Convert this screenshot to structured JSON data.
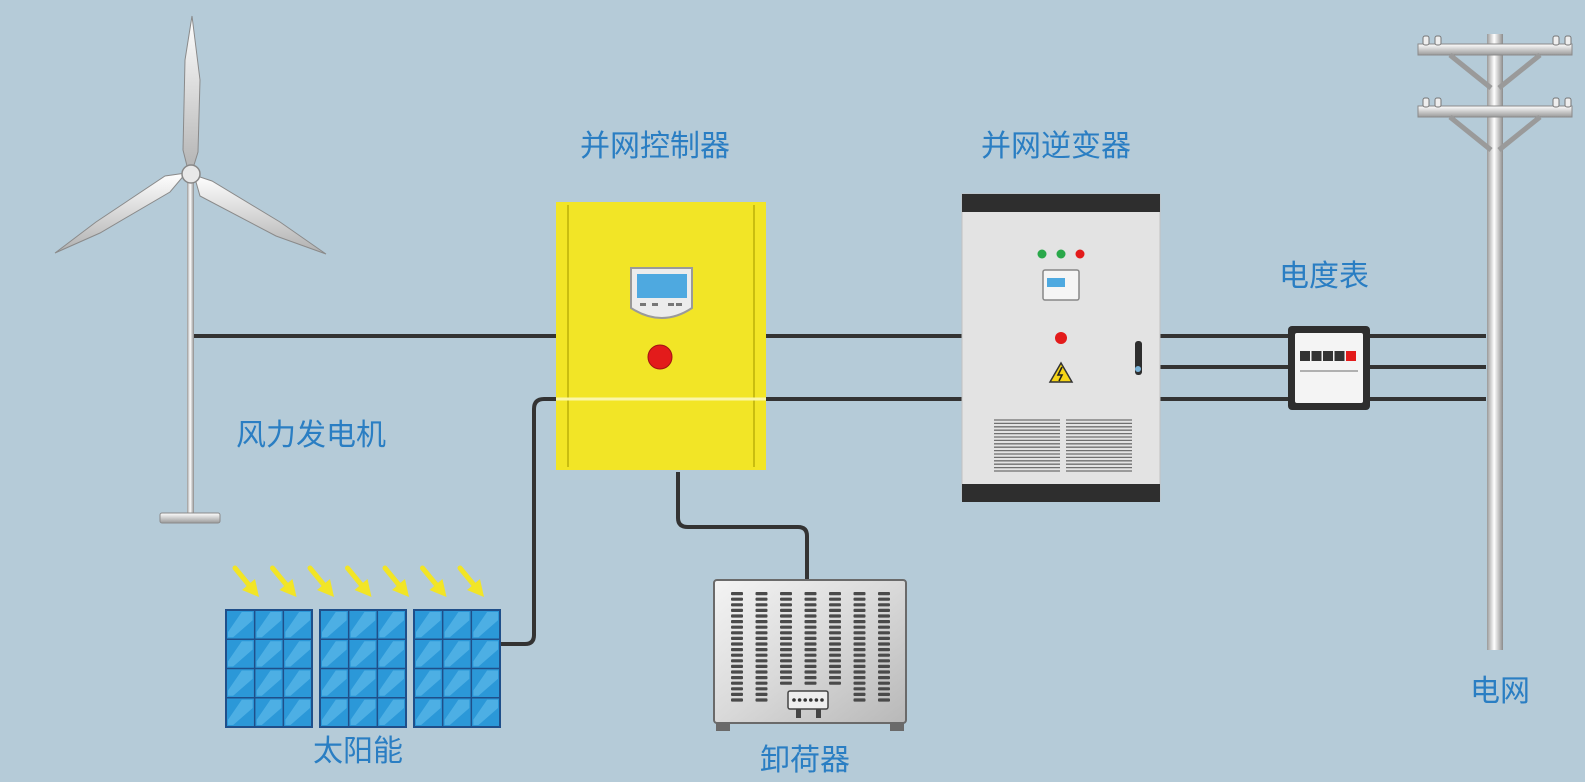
{
  "labels": {
    "wind_turbine": "风力发电机",
    "controller": "并网控制器",
    "inverter": "并网逆变器",
    "meter": "电度表",
    "solar": "太阳能",
    "dump_load": "卸荷器",
    "grid": "电网"
  },
  "colors": {
    "background": "#b5cbd8",
    "label_text": "#2a7ec3",
    "wire": "#333333",
    "controller_body": "#f2e526",
    "inverter_body": "#e3e3e3",
    "solar_cell": "#2b98d8",
    "sun_arrow": "#f2e526",
    "indicator_red": "#e31b1b",
    "indicator_green": "#2aa84a"
  },
  "icons": {
    "wind_turbine": "wind-turbine-icon",
    "controller": "controller-box-icon",
    "inverter": "inverter-cabinet-icon",
    "meter": "electric-meter-icon",
    "solar": "solar-panel-icon",
    "dump_load": "dump-load-resistor-icon",
    "grid": "utility-pole-icon"
  }
}
